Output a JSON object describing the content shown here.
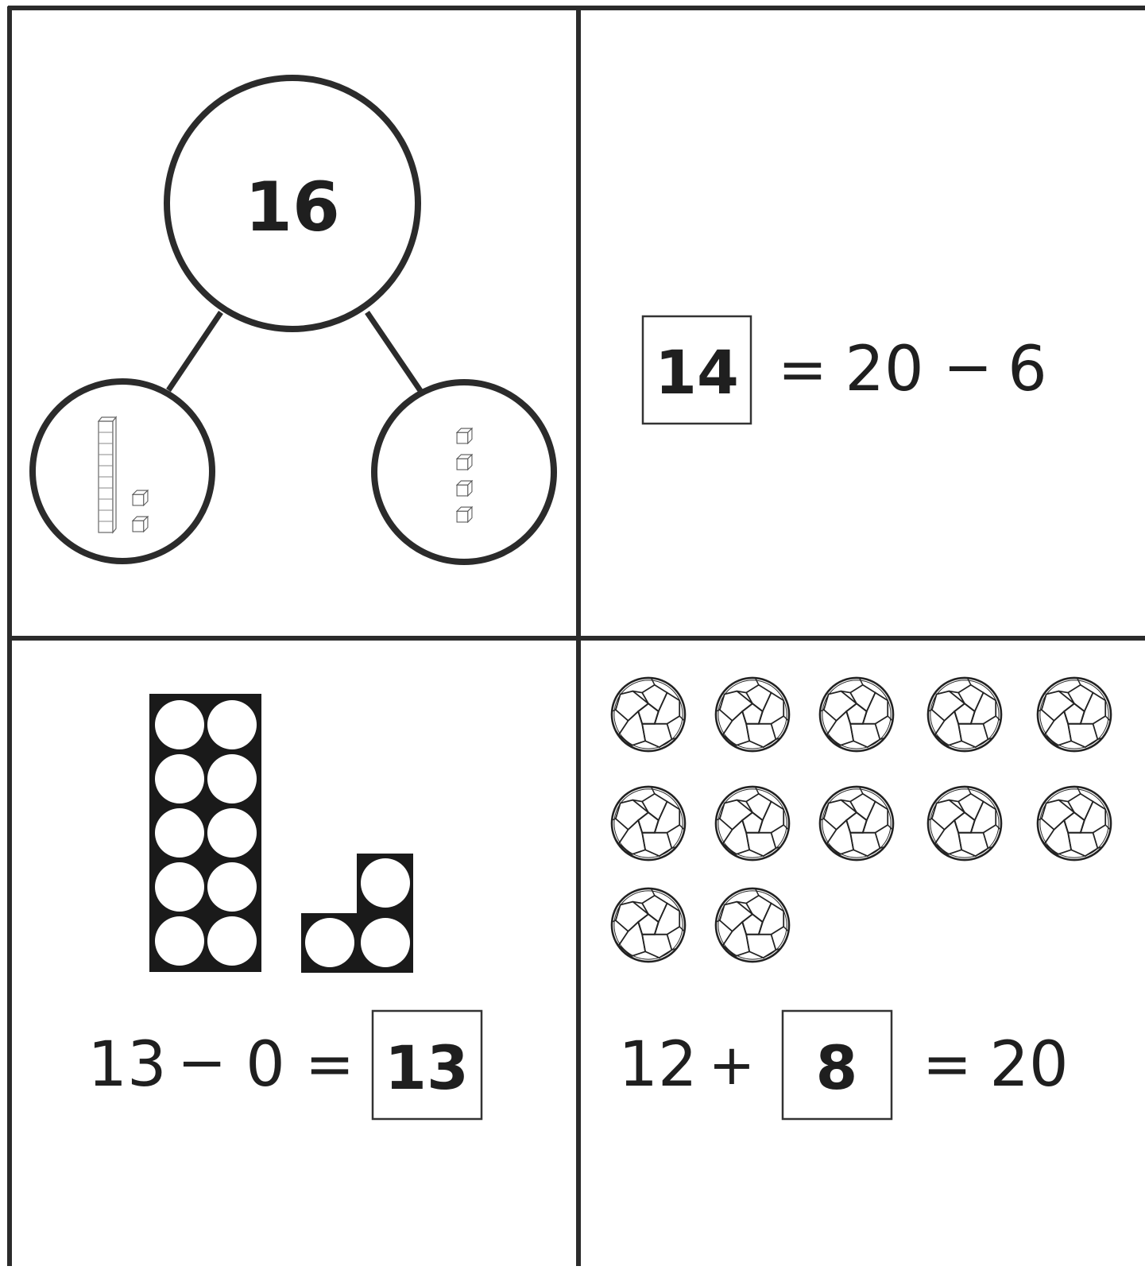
{
  "part_whole": {
    "whole": "16",
    "left_part": {
      "tens_rods": 1,
      "ones_cubes": 2
    },
    "right_part": {
      "ones_cubes": 4
    }
  },
  "equation_top_right": {
    "answer": "14",
    "equals": "=",
    "left_operand": "20",
    "operator": "−",
    "right_operand": "6"
  },
  "ten_frames": {
    "full_frame_dots": 10,
    "partial_frame_dots": 3
  },
  "equation_bottom_left": {
    "left_operand": "13",
    "operator": "−",
    "right_operand": "0",
    "equals": "=",
    "answer": "13"
  },
  "footballs": {
    "count": 12
  },
  "equation_bottom_right": {
    "left_operand": "12",
    "operator": "+",
    "answer": "8",
    "equals": "=",
    "total": "20"
  }
}
